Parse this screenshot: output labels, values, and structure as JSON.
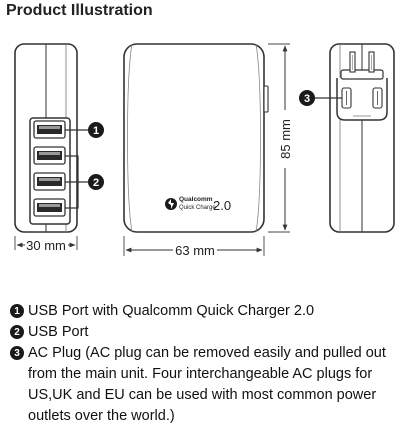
{
  "title": "Product Illustration",
  "dimensions": {
    "width_side": "30 mm",
    "width_front": "63 mm",
    "height": "85 mm"
  },
  "callouts": [
    "1",
    "2",
    "3"
  ],
  "logo": {
    "brand": "Qualcomm",
    "product": "Quick Charge",
    "version": "2.0"
  },
  "legend": [
    {
      "number": "1",
      "text": "USB Port with Qualcomm Quick Charger 2.0"
    },
    {
      "number": "2",
      "text": "USB Port"
    },
    {
      "number": "3",
      "text": "AC Plug (AC plug can be removed easily and pulled out from the main unit. Four interchangeable AC plugs for US,UK and EU can be used with most common power outlets over the world.)"
    }
  ]
}
